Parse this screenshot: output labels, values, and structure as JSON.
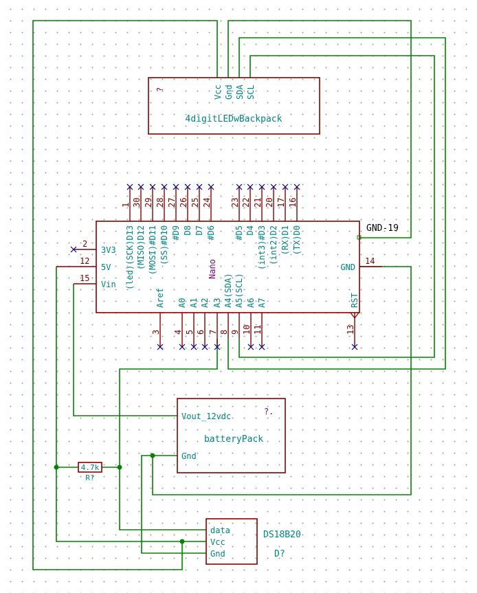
{
  "colors": {
    "wire": "#008400",
    "component_body": "#840000",
    "pin_name": "#008484",
    "no_connect": "#000084",
    "value_text": "#840084"
  },
  "led_backpack": {
    "ref": "?",
    "name": "4digitLEDwBackpack",
    "pins": [
      "Vcc",
      "Gnd",
      "SDA",
      "SCL"
    ]
  },
  "nano": {
    "name": "Nano",
    "top_pins": [
      {
        "num": "1",
        "name": "(led)(SCK)D13"
      },
      {
        "num": "30",
        "name": "(MISO)D12"
      },
      {
        "num": "29",
        "name": "(MOSI)#D11"
      },
      {
        "num": "28",
        "name": "(SS)#D10"
      },
      {
        "num": "27",
        "name": "#D9"
      },
      {
        "num": "26",
        "name": "D8"
      },
      {
        "num": "25",
        "name": "D7"
      },
      {
        "num": "24",
        "name": "#D6"
      },
      {
        "num": "23",
        "name": "#D5"
      },
      {
        "num": "22",
        "name": "D4"
      },
      {
        "num": "21",
        "name": "(int3)#D3"
      },
      {
        "num": "20",
        "name": "(int2)D2"
      },
      {
        "num": "17",
        "name": "(RX)D1"
      },
      {
        "num": "16",
        "name": "(TX)D0"
      }
    ],
    "left_pins": [
      {
        "num": "2",
        "name": "3V3"
      },
      {
        "num": "12",
        "name": "5V"
      },
      {
        "num": "15",
        "name": "Vin"
      }
    ],
    "right_pins": [
      {
        "num": "14",
        "name": "GND"
      }
    ],
    "bottom_pins": [
      {
        "num": "3",
        "name": "Aref"
      },
      {
        "num": "4",
        "name": "A0"
      },
      {
        "num": "5",
        "name": "A1"
      },
      {
        "num": "6",
        "name": "A2"
      },
      {
        "num": "7",
        "name": "A3"
      },
      {
        "num": "8",
        "name": "A4(SDA)"
      },
      {
        "num": "9",
        "name": "A5(SCL)"
      },
      {
        "num": "10",
        "name": "A6"
      },
      {
        "num": "11",
        "name": "A7"
      },
      {
        "num": "13",
        "name": "RST"
      }
    ],
    "net_label": "GND-19"
  },
  "battery_pack": {
    "ref": "?",
    "name": "batteryPack",
    "pins": [
      "Vout_12vdc",
      "Gnd"
    ]
  },
  "resistor": {
    "value": "4.7k",
    "ref": "R?"
  },
  "sensor": {
    "name": "DS18B20",
    "ref": "D?",
    "pins": [
      "data",
      "Vcc",
      "Gnd"
    ]
  }
}
